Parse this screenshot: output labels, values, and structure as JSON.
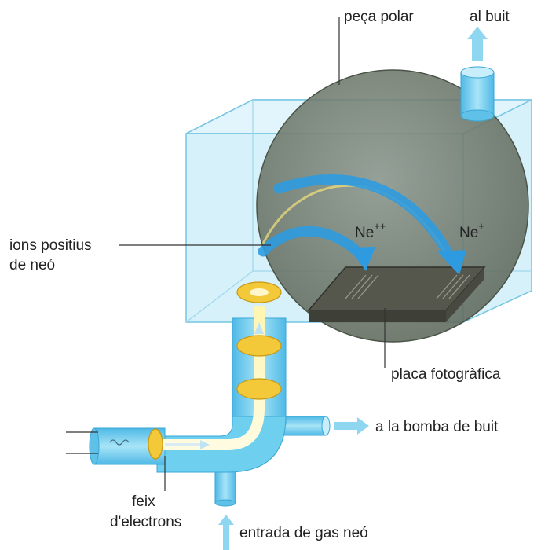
{
  "labels": {
    "pole_piece": "peça polar",
    "to_vacuum": "al buit",
    "positive_ions_line1": "ions positius",
    "positive_ions_line2": "de neó",
    "ion_double_base": "Ne",
    "ion_double_charge": "++",
    "ion_single_base": "Ne",
    "ion_single_charge": "+",
    "photo_plate": "placa fotogràfica",
    "to_vacuum_pump": "a la bomba de buit",
    "electron_beam_line1": "feix",
    "electron_beam_line2": "d'electrons",
    "neon_gas_inlet": "entrada de gas neó"
  },
  "colors": {
    "chamber_face": "#cfeef8",
    "chamber_edge": "#6cc4e4",
    "magnet_pole": "#6f7a6c",
    "ion_path": "#2e9be0",
    "photo_plate": "#55574c",
    "electrode_disc": "#f3c93a",
    "tube": "#6fcfee",
    "arrow": "#8fd6f0"
  }
}
